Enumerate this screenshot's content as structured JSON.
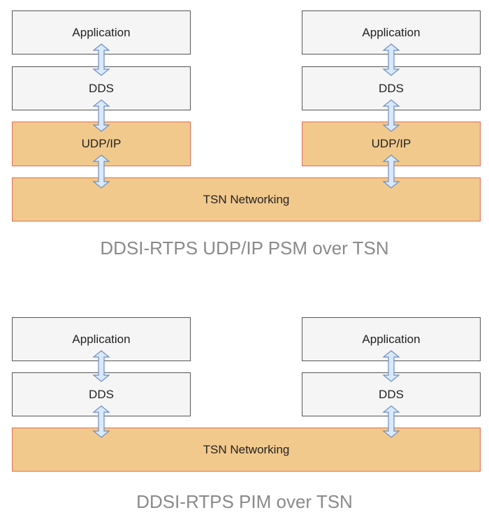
{
  "colors": {
    "layer_fill": "#f5f5f5",
    "layer_border": "#555555",
    "network_fill": "#f2c98d",
    "network_border": "#e06b58",
    "arrow_fill": "#dae8fc",
    "arrow_stroke": "#6c8ebf",
    "caption_text": "#8a8a8a"
  },
  "top": {
    "left_stack": {
      "application": "Application",
      "dds": "DDS",
      "transport": "UDP/IP"
    },
    "right_stack": {
      "application": "Application",
      "dds": "DDS",
      "transport": "UDP/IP"
    },
    "network": "TSN Networking",
    "caption": "DDSI-RTPS UDP/IP PSM over TSN"
  },
  "bottom": {
    "left_stack": {
      "application": "Application",
      "dds": "DDS"
    },
    "right_stack": {
      "application": "Application",
      "dds": "DDS"
    },
    "network": "TSN Networking",
    "caption": "DDSI-RTPS PIM over TSN"
  }
}
